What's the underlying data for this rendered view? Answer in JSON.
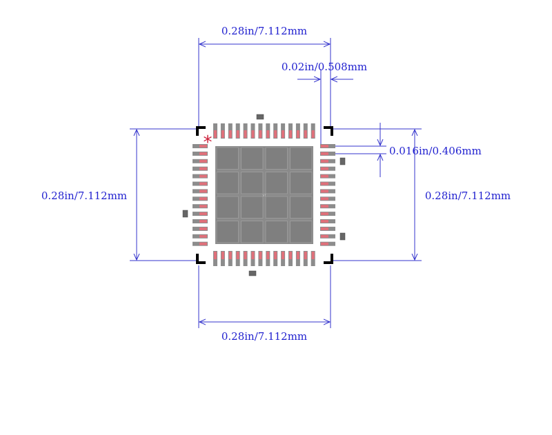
{
  "dimensions": {
    "top_width": "0.28in/7.112mm",
    "bottom_width": "0.28in/7.112mm",
    "left_height": "0.28in/7.112mm",
    "right_height": "0.28in/7.112mm",
    "pad_pitch": "0.02in/0.508mm",
    "pad_width": "0.016in/0.406mm"
  },
  "footprint": {
    "pins_per_side": 14,
    "thermal_pad_grid": 4,
    "pin1_marker": "*",
    "center_label": "ST"
  },
  "colors": {
    "dimension": "#3333cc",
    "pad": "#8c8c8c",
    "pad_copper": "#e0707a",
    "pin1_marker": "#cc1f3a",
    "outline": "#000000"
  }
}
